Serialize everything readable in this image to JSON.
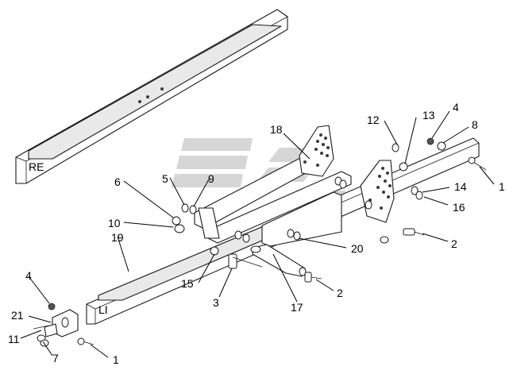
{
  "frame_tags": {
    "right": "RE",
    "left": "LI"
  },
  "callouts": {
    "c1a": "1",
    "c1b": "1",
    "c2a": "2",
    "c2b": "2",
    "c3": "3",
    "c4a": "4",
    "c4b": "4",
    "c5": "5",
    "c6": "6",
    "c7": "7",
    "c8": "8",
    "c9": "9",
    "c10": "10",
    "c11": "11",
    "c12": "12",
    "c13": "13",
    "c14": "14",
    "c15": "15",
    "c16": "16",
    "c17": "17",
    "c18": "18",
    "c19": "19",
    "c20": "20",
    "c21": "21"
  },
  "icons": {
    "watermark": "stripes-watermark-icon"
  },
  "colors": {
    "line": "#1a1a1a",
    "background": "#ffffff",
    "watermark": "#d6d6d6"
  }
}
